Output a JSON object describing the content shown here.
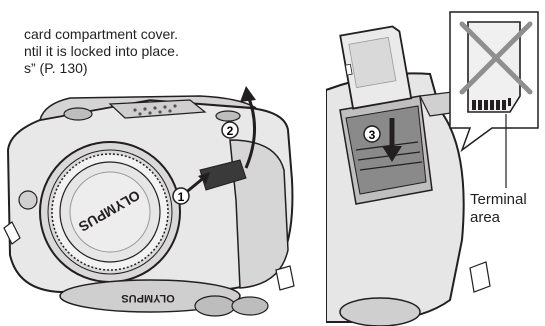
{
  "instructions": {
    "line1": "card compartment cover.",
    "line2": "ntil it is locked into place.",
    "line3": "s” (P. 130)"
  },
  "callouts": {
    "step1": "1",
    "step2": "2",
    "step3": "3"
  },
  "camera": {
    "brand_front": "OLYMPUS",
    "brand_bottom": "OLYMPUS"
  },
  "terminal": {
    "line1": "Terminal",
    "line2": "area"
  }
}
